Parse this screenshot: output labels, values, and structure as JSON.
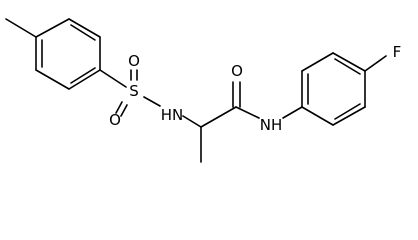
{
  "atoms": {
    "sulfur": "S",
    "oxygen_upper": "O",
    "oxygen_lower": "O",
    "sulfonamide_nh": "HN",
    "carbonyl_oxygen": "O",
    "amide_nh": "NH",
    "fluorine": "F"
  }
}
